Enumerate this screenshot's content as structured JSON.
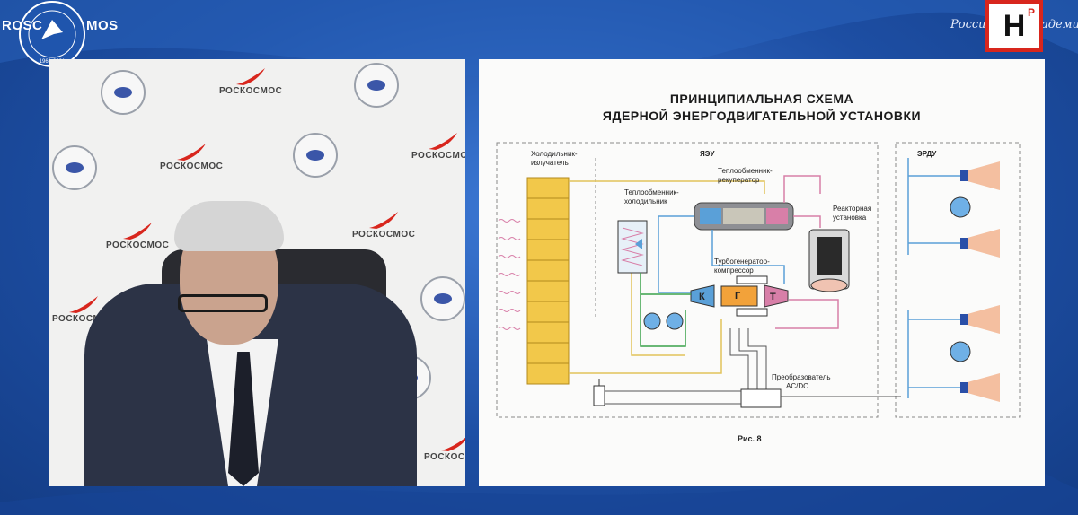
{
  "header": {
    "emblem_left_text": "ROSC",
    "emblem_right_text": "MOS",
    "script_text": "Российская Академия Наук",
    "channel_logo_letter": "Н",
    "channel_logo_sup": "Р"
  },
  "background_logos": {
    "roscosmos_word": "РОСКОСМОС"
  },
  "slide": {
    "title_line1": "ПРИНЦИПИАЛЬНАЯ СХЕМА",
    "title_line2": "ЯДЕРНОЙ ЭНЕРГОДВИГАТЕЛЬНОЙ УСТАНОВКИ",
    "labels": {
      "cooler_radiator_1": "Холодильник-",
      "cooler_radiator_2": "излучатель",
      "yaeu": "ЯЭУ",
      "erdu": "ЭРДУ",
      "hx_recuperator_1": "Теплообменник-",
      "hx_recuperator_2": "рекуператор",
      "hx_cooler_1": "Теплообменник-",
      "hx_cooler_2": "холодильник",
      "reactor_1": "Реакторная",
      "reactor_2": "установка",
      "turbo_1": "Турбогенератор-",
      "turbo_2": "компрессор",
      "k": "К",
      "g": "Г",
      "t": "Т",
      "converter_1": "Преобразователь",
      "converter_2": "AC/DC"
    },
    "caption": "Рис. 8"
  },
  "colors": {
    "background": "#1d4ea3",
    "slide_bg": "#fbfbfa",
    "radiator": "#f2c84a",
    "loop_blue": "#5aa0d8",
    "loop_pink": "#d87fa8",
    "loop_green": "#3aa24a",
    "loop_yellow": "#e2c35a",
    "thruster_plume": "#f3b08a"
  }
}
